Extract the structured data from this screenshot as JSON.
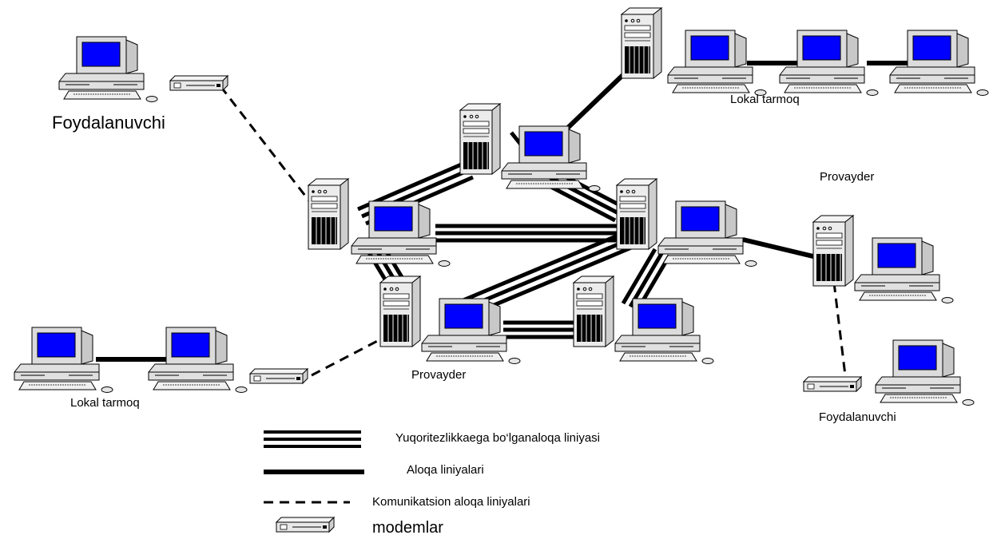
{
  "labels": {
    "user_left": "Foydalanuvchi",
    "lan_top": "Lokal tarmoq",
    "provider_right": "Provayder",
    "provider_center": "Provayder",
    "lan_bottom": "Lokal tarmoq",
    "user_right": "Foydalanuvchi"
  },
  "legend": {
    "high_speed": "Yuqoritezlikkaega bo‘lganaloqa liniyasi",
    "lines": "Aloqa liniyalari",
    "comm": "Komunikatsion aloqa liniyalari",
    "modems": "modemlar"
  },
  "colors": {
    "screen": "#0000ff",
    "case": "#e6e6e6",
    "line": "#000000"
  }
}
